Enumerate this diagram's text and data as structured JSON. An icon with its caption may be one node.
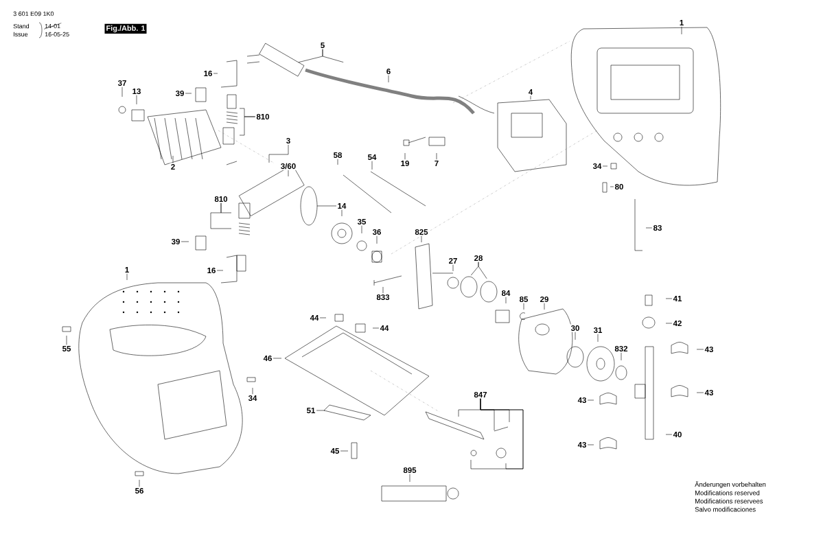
{
  "diagram": {
    "nodes": [
      {
        "text": [
          "1"
        ]
      },
      {
        "text": [
          "5"
        ]
      },
      {
        "text": [
          "6"
        ]
      },
      {
        "text": [
          "16"
        ]
      },
      {
        "text": [
          "37"
        ]
      },
      {
        "text": [
          "13"
        ]
      },
      {
        "text": [
          "39"
        ]
      },
      {
        "text": [
          "4"
        ]
      },
      {
        "text": [
          "810"
        ]
      },
      {
        "text": [
          "3"
        ]
      },
      {
        "text": [
          "3/60"
        ]
      },
      {
        "text": [
          "2"
        ]
      },
      {
        "text": [
          "58"
        ]
      },
      {
        "text": [
          "54"
        ]
      },
      {
        "text": [
          "19"
        ]
      },
      {
        "text": [
          "7"
        ]
      },
      {
        "text": [
          "34"
        ]
      },
      {
        "text": [
          "80"
        ]
      },
      {
        "text": [
          "810"
        ]
      },
      {
        "text": [
          "14"
        ]
      },
      {
        "text": [
          "35"
        ]
      },
      {
        "text": [
          "36"
        ]
      },
      {
        "text": [
          "825"
        ]
      },
      {
        "text": [
          "83"
        ]
      },
      {
        "text": [
          "39"
        ]
      },
      {
        "text": [
          "28"
        ]
      },
      {
        "text": [
          "27"
        ]
      },
      {
        "text": [
          "1"
        ]
      },
      {
        "text": [
          "16"
        ]
      },
      {
        "text": [
          "833"
        ]
      },
      {
        "text": [
          "84"
        ]
      },
      {
        "text": [
          "85"
        ]
      },
      {
        "text": [
          "29"
        ]
      },
      {
        "text": [
          "41"
        ]
      },
      {
        "text": [
          "44"
        ]
      },
      {
        "text": [
          "42"
        ]
      },
      {
        "text": [
          "44"
        ]
      },
      {
        "text": [
          "30"
        ]
      },
      {
        "text": [
          "31"
        ]
      },
      {
        "text": [
          "55"
        ]
      },
      {
        "text": [
          "832"
        ]
      },
      {
        "text": [
          "43"
        ]
      },
      {
        "text": [
          "46"
        ]
      },
      {
        "text": [
          "34"
        ]
      },
      {
        "text": [
          "43"
        ]
      },
      {
        "text": [
          "847"
        ]
      },
      {
        "text": [
          "43"
        ]
      },
      {
        "text": [
          "51"
        ]
      },
      {
        "text": [
          "40"
        ]
      },
      {
        "text": [
          "43"
        ]
      },
      {
        "text": [
          "45"
        ]
      },
      {
        "text": [
          "895"
        ]
      },
      {
        "text": [
          "56"
        ]
      }
    ],
    "edges": [
      {
        "from": 0,
        "to": null,
        "arrow": "none"
      },
      {
        "from": 1,
        "to": null,
        "arrow": "none"
      },
      {
        "from": 1,
        "to": null,
        "arrow": "none"
      },
      {
        "from": 2,
        "to": null,
        "arrow": "none"
      },
      {
        "from": 3,
        "to": null,
        "arrow": "none"
      },
      {
        "from": 4,
        "to": null,
        "arrow": "none"
      },
      {
        "from": 5,
        "to": null,
        "arrow": "none"
      },
      {
        "from": 6,
        "to": null,
        "arrow": "none"
      },
      {
        "from": 7,
        "to": null,
        "arrow": "none"
      },
      {
        "from": 8,
        "to": null,
        "arrow": "none"
      },
      {
        "from": 8,
        "to": null,
        "arrow": "none"
      },
      {
        "from": 9,
        "to": null,
        "arrow": "none"
      },
      {
        "from": 10,
        "to": null,
        "arrow": "none"
      },
      {
        "from": 11,
        "to": null,
        "arrow": "none"
      },
      {
        "from": 12,
        "to": null,
        "arrow": "none"
      },
      {
        "from": 13,
        "to": null,
        "arrow": "none"
      },
      {
        "from": 14,
        "to": null,
        "arrow": "none"
      },
      {
        "from": 15,
        "to": null,
        "arrow": "none"
      },
      {
        "from": 16,
        "to": null,
        "arrow": "none"
      },
      {
        "from": 17,
        "to": null,
        "arrow": "none"
      },
      {
        "from": 18,
        "to": null,
        "arrow": "none"
      },
      {
        "from": 18,
        "to": null,
        "arrow": "none"
      },
      {
        "from": 19,
        "to": null,
        "arrow": "none"
      },
      {
        "from": 20,
        "to": null,
        "arrow": "none"
      },
      {
        "from": 21,
        "to": null,
        "arrow": "none"
      },
      {
        "from": 22,
        "to": null,
        "arrow": "none"
      },
      {
        "from": 23,
        "to": null,
        "arrow": "none"
      },
      {
        "from": 24,
        "to": null,
        "arrow": "none"
      },
      {
        "from": 25,
        "to": null,
        "arrow": "none"
      },
      {
        "from": 25,
        "to": null,
        "arrow": "none"
      },
      {
        "from": 26,
        "to": null,
        "arrow": "none"
      },
      {
        "from": 27,
        "to": null,
        "arrow": "none"
      },
      {
        "from": 28,
        "to": null,
        "arrow": "none"
      },
      {
        "from": 29,
        "to": null,
        "arrow": "none"
      },
      {
        "from": 30,
        "to": null,
        "arrow": "none"
      },
      {
        "from": 31,
        "to": null,
        "arrow": "none"
      },
      {
        "from": 32,
        "to": null,
        "arrow": "none"
      },
      {
        "from": 33,
        "to": null,
        "arrow": "none"
      },
      {
        "from": 34,
        "to": null,
        "arrow": "none"
      },
      {
        "from": 35,
        "to": null,
        "arrow": "none"
      },
      {
        "from": 36,
        "to": null,
        "arrow": "none"
      },
      {
        "from": 37,
        "to": null,
        "arrow": "none"
      },
      {
        "from": 38,
        "to": null,
        "arrow": "none"
      },
      {
        "from": 39,
        "to": null,
        "arrow": "none"
      },
      {
        "from": 40,
        "to": null,
        "arrow": "none"
      },
      {
        "from": 41,
        "to": null,
        "arrow": "none"
      },
      {
        "from": 42,
        "to": null,
        "arrow": "none"
      },
      {
        "from": 43,
        "to": null,
        "arrow": "none"
      },
      {
        "from": 44,
        "to": null,
        "arrow": "none"
      },
      {
        "from": 45,
        "to": null,
        "arrow": "none"
      },
      {
        "from": 45,
        "to": null,
        "arrow": "none"
      },
      {
        "from": 45,
        "to": null,
        "arrow": "none"
      },
      {
        "from": 45,
        "to": null,
        "arrow": "none"
      },
      {
        "from": 45,
        "to": null,
        "arrow": "none"
      },
      {
        "from": 46,
        "to": null,
        "arrow": "none"
      },
      {
        "from": 47,
        "to": null,
        "arrow": "none"
      },
      {
        "from": 48,
        "to": null,
        "arrow": "none"
      },
      {
        "from": 49,
        "to": null,
        "arrow": "none"
      },
      {
        "from": 50,
        "to": null,
        "arrow": "none"
      },
      {
        "from": 51,
        "to": null,
        "arrow": "none"
      },
      {
        "from": 52,
        "to": null,
        "arrow": "none"
      }
    ],
    "labels": [
      "3 601 E09 1K0",
      "Stand",
      "14-01",
      "Issue",
      "16-05-25",
      "Fig./Abb. 1",
      "Änderungen vorbehalten",
      "Modifications reserved",
      "Modifications reservees",
      "Salvo modificaciones"
    ]
  }
}
